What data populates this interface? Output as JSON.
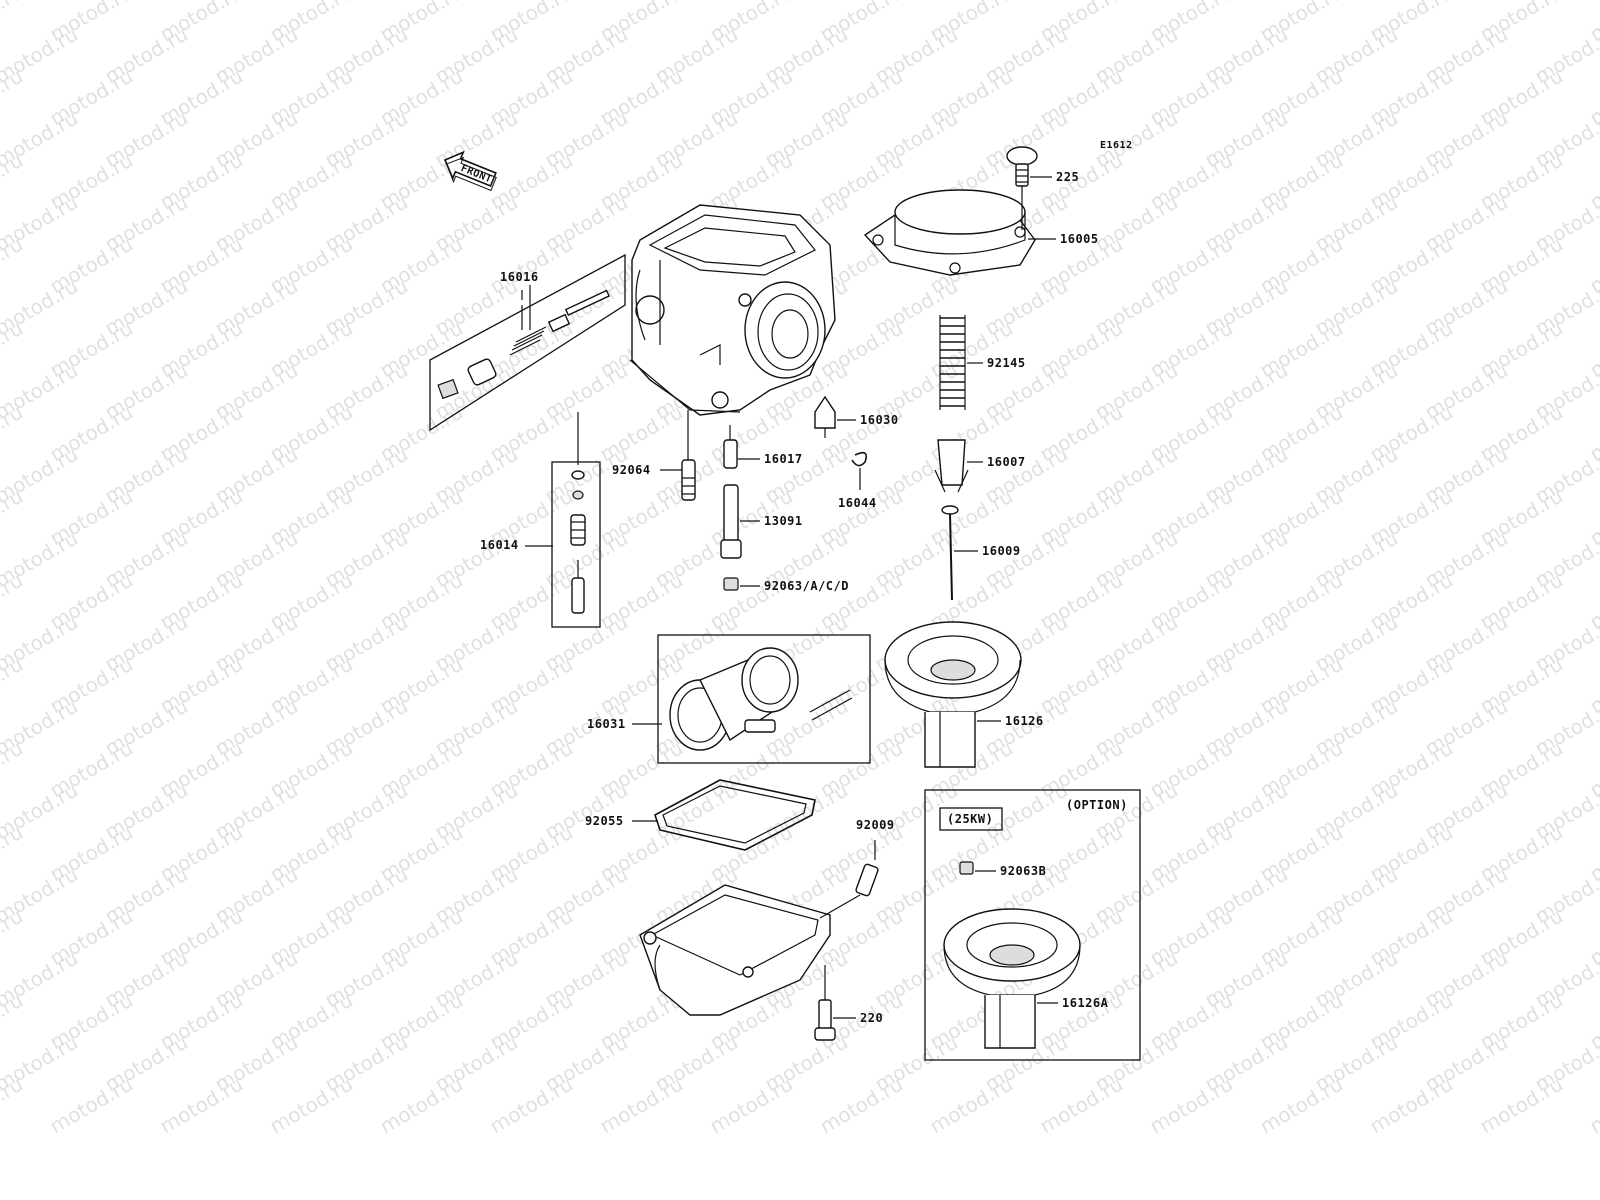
{
  "watermark": "motod.ru",
  "diagram_code": "E1612",
  "front_label": "FRONT",
  "option_label": "(OPTION)",
  "option_variant": "(25KW)",
  "parts": {
    "p225": "225",
    "p16005": "16005",
    "p92145": "92145",
    "p16030": "16030",
    "p16007": "16007",
    "p16044": "16044",
    "p16009": "16009",
    "p16016": "16016",
    "p16017": "16017",
    "p92064": "92064",
    "p13091": "13091",
    "p16014": "16014",
    "p92063": "92063/A/C/D",
    "p16031": "16031",
    "p16126": "16126",
    "p92055": "92055",
    "p92009": "92009",
    "p220": "220",
    "p92063B": "92063B",
    "p16126A": "16126A"
  }
}
